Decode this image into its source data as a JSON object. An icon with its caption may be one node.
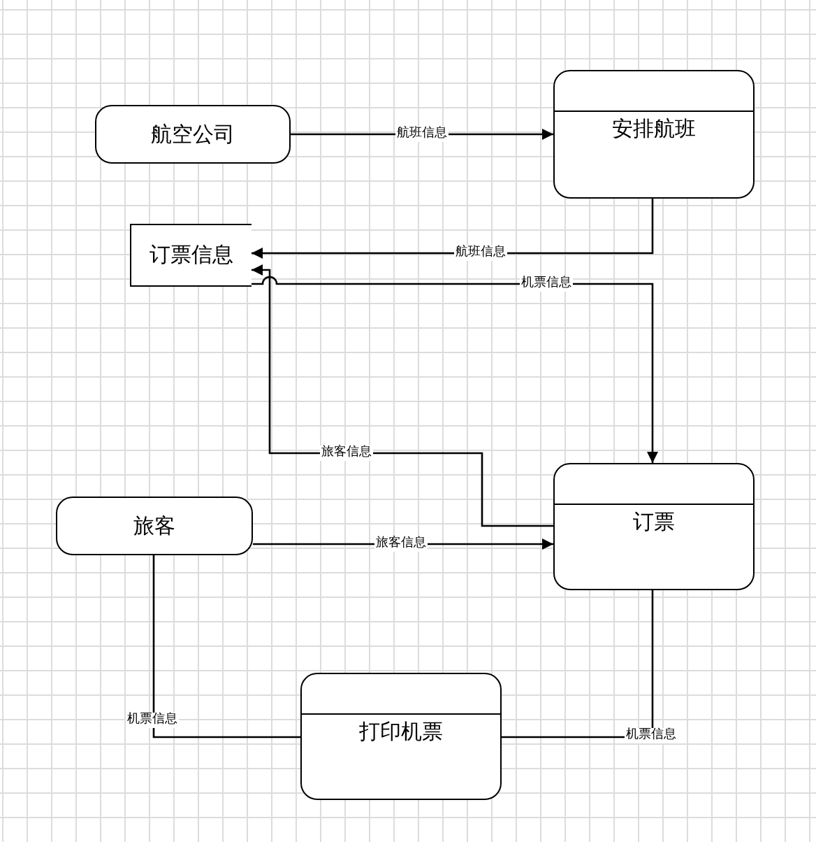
{
  "diagram": {
    "nodes": [
      {
        "text": [
          "航空公司"
        ]
      },
      {
        "text": [
          "安排航班"
        ]
      },
      {
        "text": [
          "订票信息"
        ]
      },
      {
        "text": [
          "订票"
        ]
      },
      {
        "text": [
          "旅客"
        ]
      },
      {
        "text": [
          "打印机票"
        ]
      }
    ],
    "edges": [
      {
        "from": 0,
        "to": 1,
        "arrow": "to",
        "label": "航班信息"
      },
      {
        "from": 1,
        "to": 2,
        "arrow": "to",
        "label": "航班信息"
      },
      {
        "from": 2,
        "to": 3,
        "arrow": "to",
        "label": "机票信息"
      },
      {
        "from": 3,
        "to": 2,
        "arrow": "to",
        "label": "旅客信息"
      },
      {
        "from": 4,
        "to": 3,
        "arrow": "to",
        "label": "旅客信息"
      },
      {
        "from": 4,
        "to": 5,
        "arrow": "none",
        "label": "机票信息"
      },
      {
        "from": 3,
        "to": 5,
        "arrow": "none",
        "label": "机票信息"
      }
    ]
  }
}
